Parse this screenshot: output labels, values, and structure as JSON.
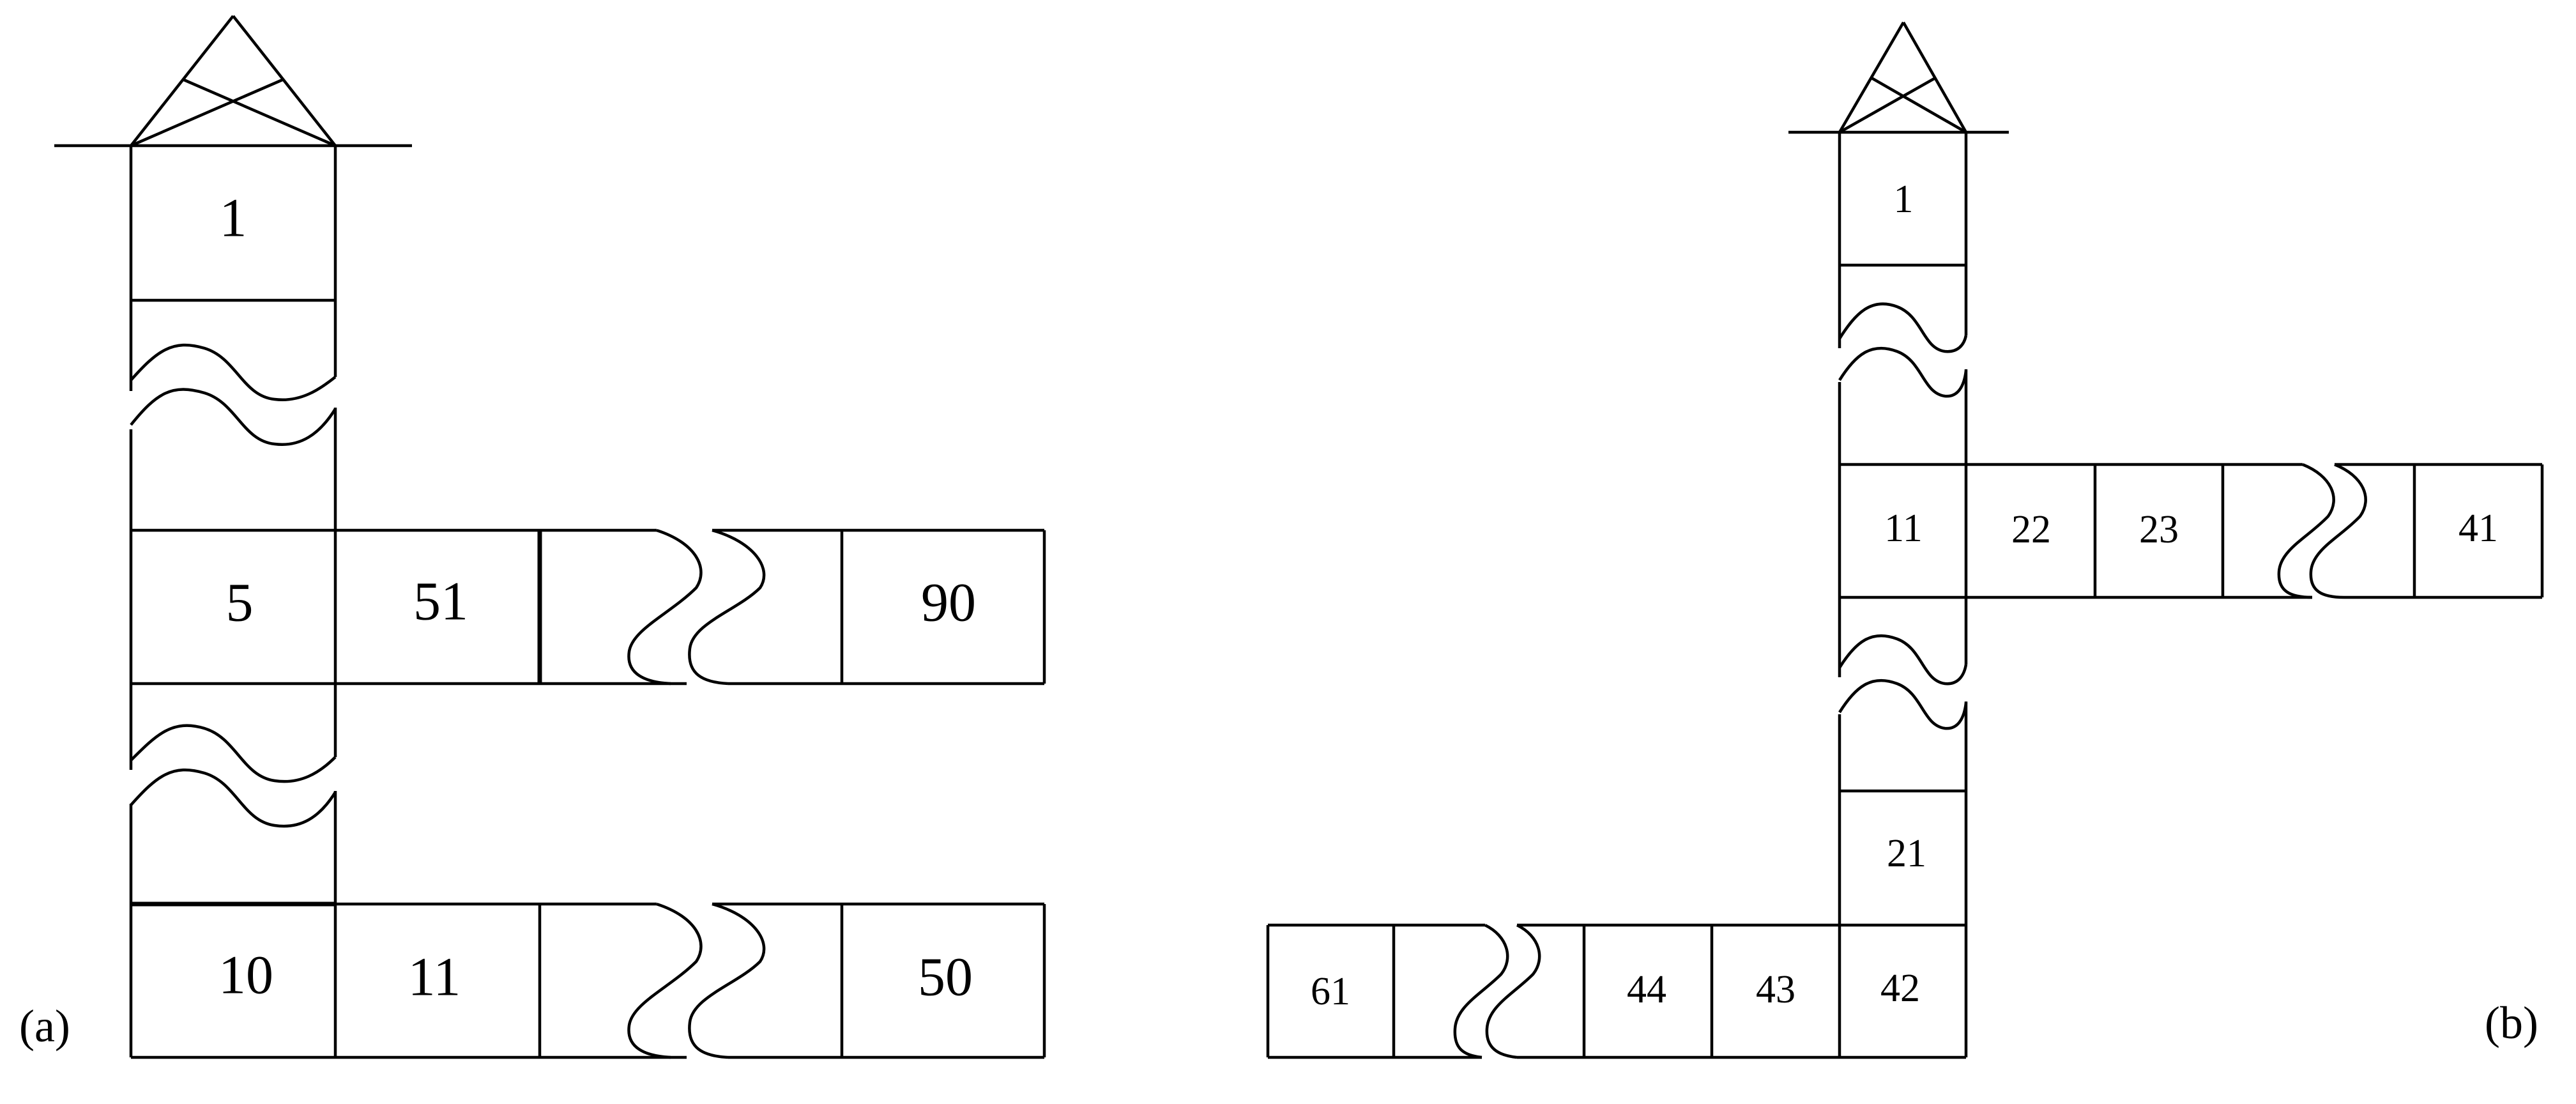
{
  "panel_a": {
    "caption": "(a)",
    "labels": {
      "top": "1",
      "middle": "5",
      "bottom": "10",
      "middle_row_first": "51",
      "middle_row_last": "90",
      "bottom_row_first": "11",
      "bottom_row_last": "50"
    }
  },
  "panel_b": {
    "caption": "(b)",
    "labels": {
      "top": "1",
      "junction": "11",
      "right_1": "22",
      "right_2": "23",
      "right_last": "41",
      "lower": "21",
      "corner": "42",
      "left_1": "43",
      "left_2": "44",
      "left_last": "61"
    }
  }
}
